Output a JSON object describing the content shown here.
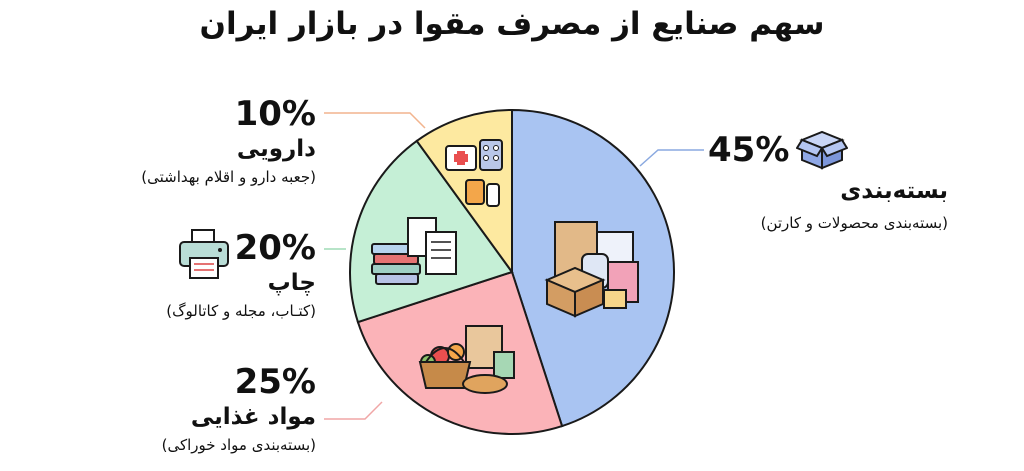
{
  "title": "سهم صنایع از مصرف مقوا در بازار ایران",
  "colors": {
    "packaging": "#a9c4f2",
    "food": "#fbb3b8",
    "printing": "#c5efd6",
    "pharma": "#fde9a0",
    "outline": "#1a1a1a",
    "leader_blue": "#8aa9e0",
    "leader_red": "#f0a6a6",
    "leader_green": "#9fdcb6",
    "leader_orange": "#f2b48e"
  },
  "legend": [
    {
      "key": "packaging",
      "pct": "45%",
      "name": "بسته‌بندی",
      "desc": "(بسته‌بندی محصولات و کارتن)",
      "icon": "cardboard-box-icon"
    },
    {
      "key": "pharma",
      "pct": "10%",
      "name": "دارویی",
      "desc": "(جعبه دارو و اقلام بهداشتی)",
      "icon": "medicine-icon"
    },
    {
      "key": "printing",
      "pct": "20%",
      "name": "چاپ",
      "desc": "(کتـاب، مجله و کاتالوگ)",
      "icon": "printer-icon"
    },
    {
      "key": "food",
      "pct": "25%",
      "name": "مواد غذایی",
      "desc": "(بسته‌بندی مواد خوراکی)",
      "icon": "food-basket-icon"
    }
  ],
  "chart_data": {
    "type": "pie",
    "title": "سهم صنایع از مصرف مقوا در بازار ایران",
    "categories": [
      "بسته‌بندی",
      "مواد غذایی",
      "چاپ",
      "دارویی"
    ],
    "values": [
      45,
      25,
      20,
      10
    ],
    "unit": "%",
    "start_angle": "12 o'clock",
    "direction": "clockwise",
    "colors": [
      "#a9c4f2",
      "#fbb3b8",
      "#c5efd6",
      "#fde9a0"
    ]
  }
}
